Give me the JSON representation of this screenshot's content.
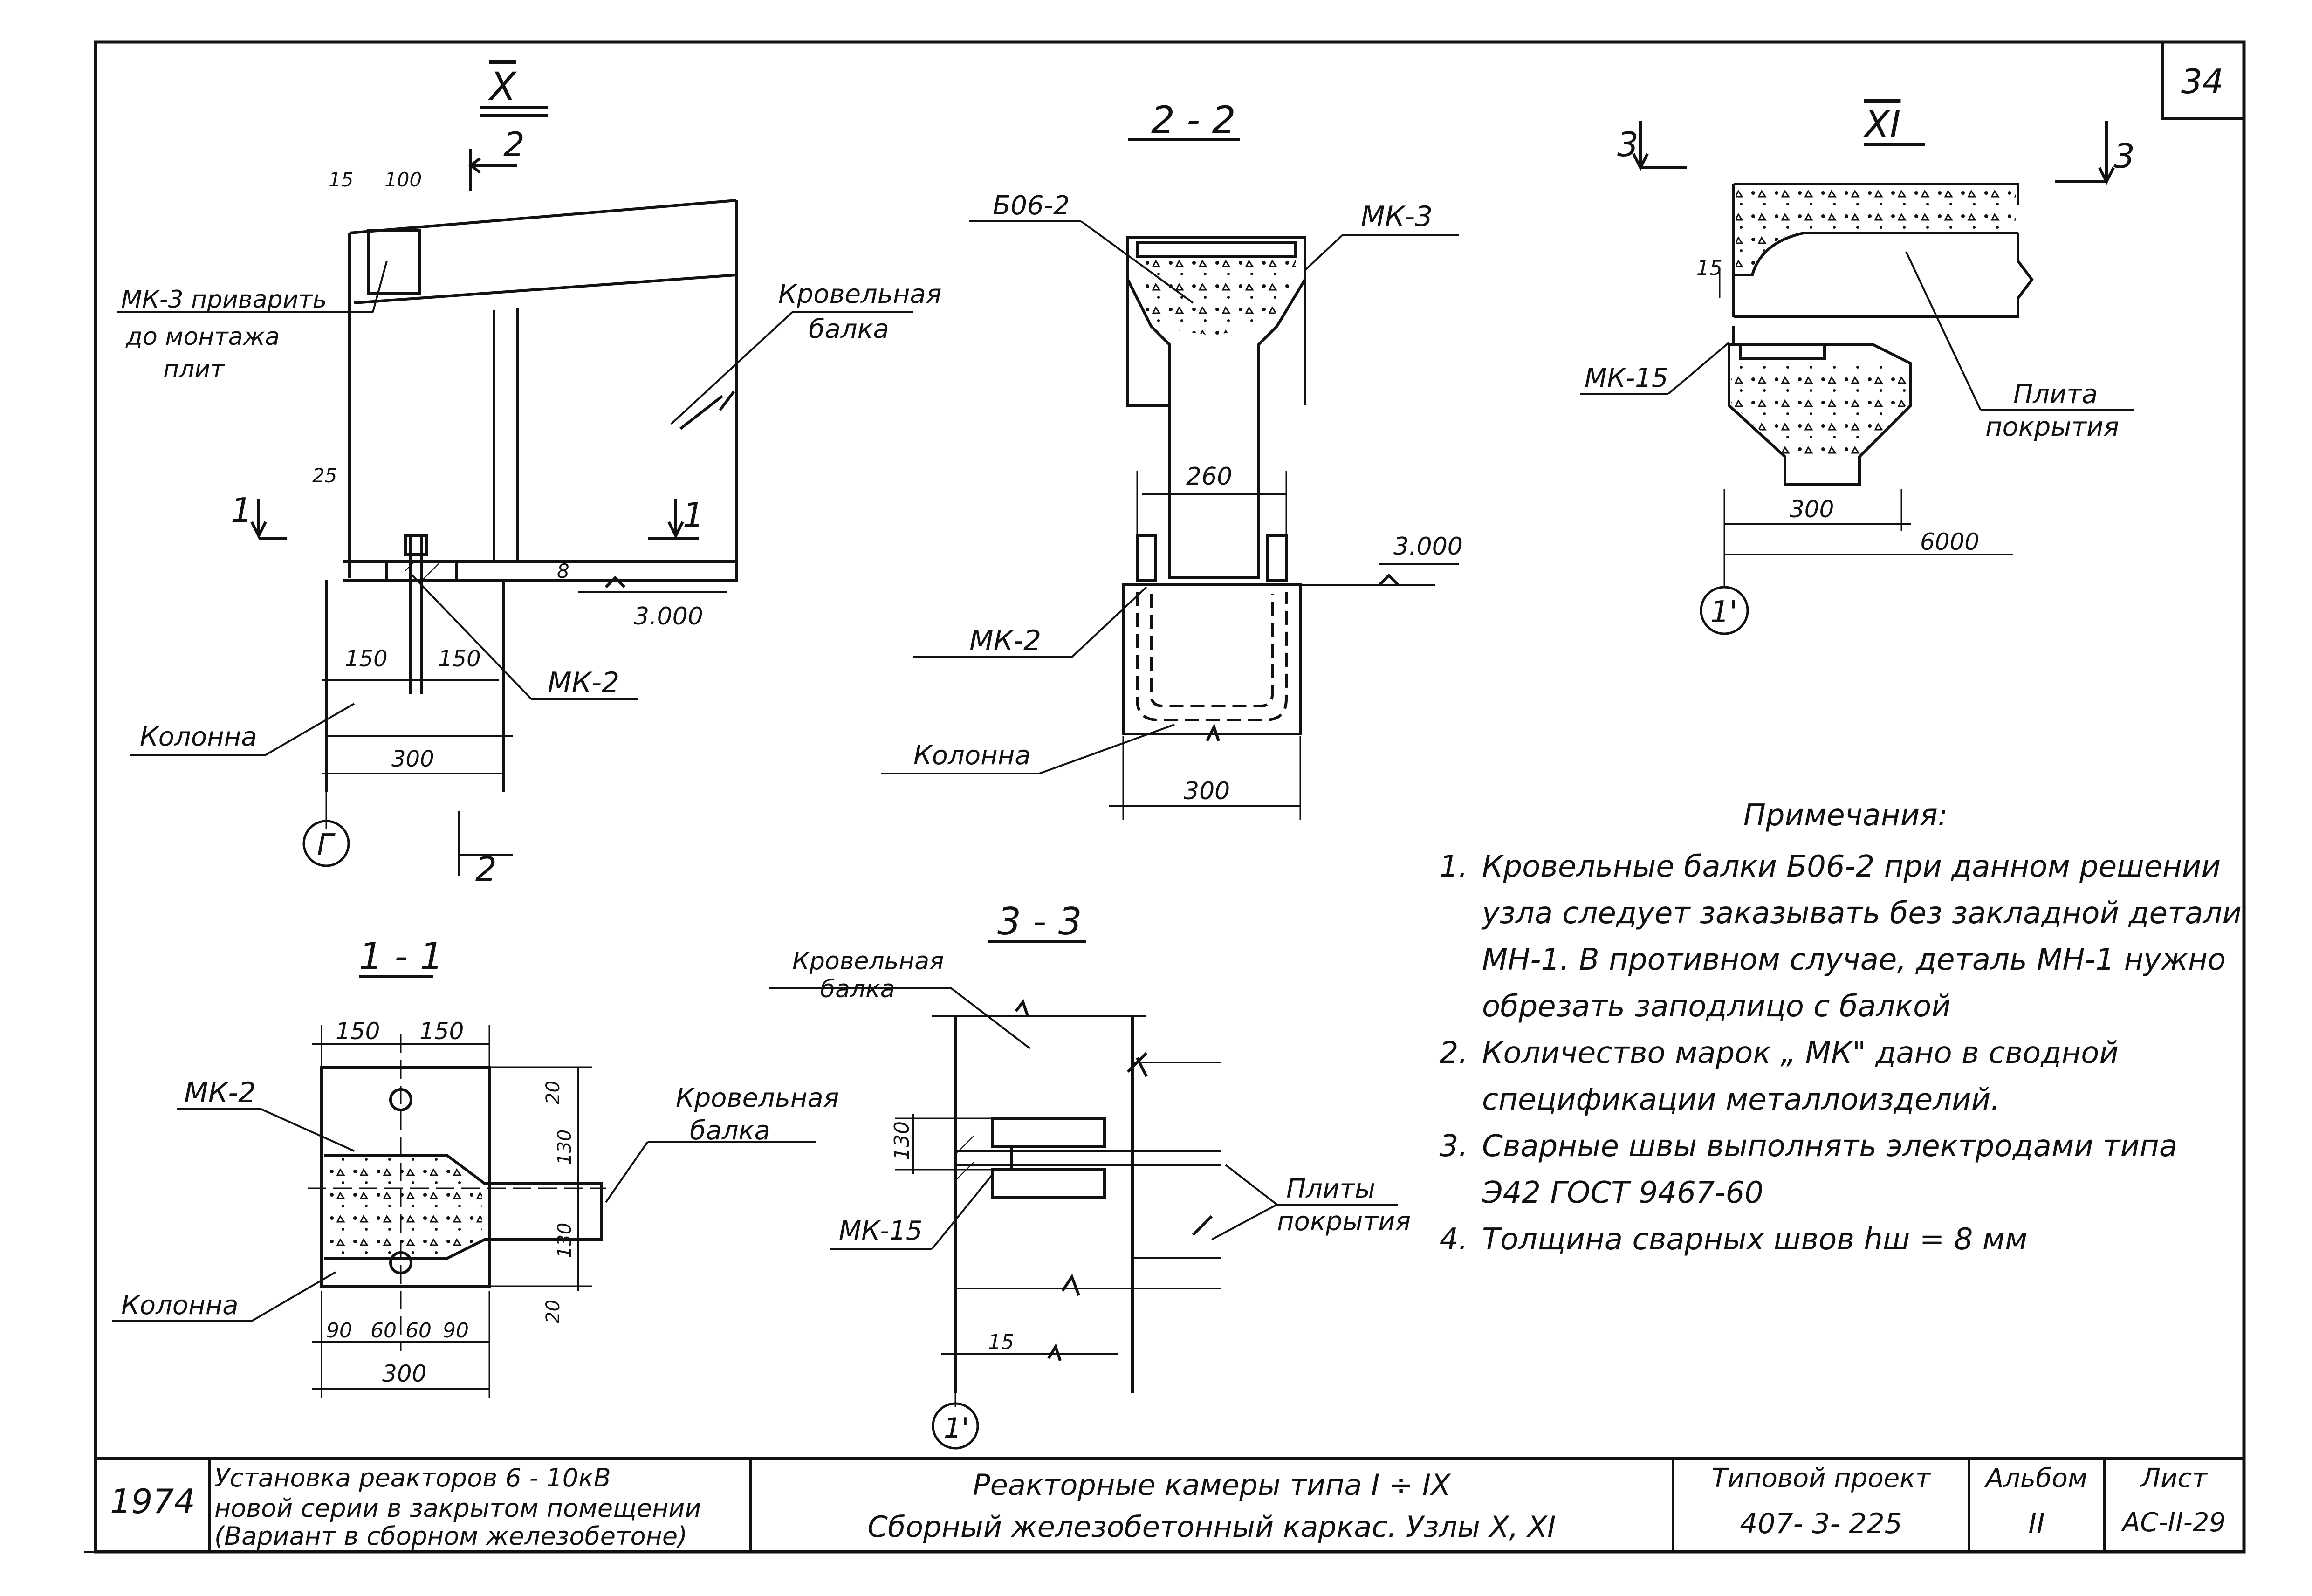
{
  "sheet_number": "34",
  "nodes": {
    "x": {
      "title": "X",
      "cut_2": "2",
      "cut_1": "1",
      "dims": {
        "d15": "15",
        "d100": "100",
        "d25": "25",
        "d8": "8",
        "d150a": "150",
        "d150b": "150",
        "d300": "300"
      },
      "level": "3.000",
      "label_mk3": "МК-3 приварить",
      "label_mk3_2": "до монтажа",
      "label_mk3_3": "плит",
      "label_beam": "Кровельная",
      "label_beam_2": "балка",
      "label_mk2": "МК-2",
      "label_column": "Колонна",
      "axis": "Г"
    },
    "sec22": {
      "title": "2 - 2",
      "label_b": "Б06-2",
      "label_mk3": "МК-3",
      "dim260": "260",
      "level": "3.000",
      "label_mk2": "МК-2",
      "label_column": "Колонна",
      "dim300": "300"
    },
    "xi": {
      "title": "XI",
      "cut_3": "3",
      "dim15": "15",
      "label_mk15": "МК-15",
      "label_slab": "Плита",
      "label_slab_2": "покрытия",
      "dim300": "300",
      "dim6000": "6000",
      "axis": "1'"
    },
    "sec11": {
      "title": "1 - 1",
      "dims_top": [
        "150",
        "150"
      ],
      "label_mk2": "МК-2",
      "label_beam": "Кровельная",
      "label_beam_2": "балка",
      "label_column": "Колонна",
      "dims_right": [
        "20",
        "130",
        "130",
        "20"
      ],
      "dims_bottom": [
        "90",
        "60",
        "60",
        "90"
      ],
      "dim300": "300"
    },
    "sec33": {
      "title": "3 - 3",
      "label_beam": "Кровельная",
      "label_beam_2": "балка",
      "dim130": "130",
      "label_mk15": "МК-15",
      "label_slabs": "Плиты",
      "label_slabs_2": "покрытия",
      "dim15": "15",
      "axis": "1'"
    }
  },
  "notes": {
    "title": "Примечания:",
    "items": [
      "Кровельные балки Б06-2 при данном решении узла следует заказывать без закладной детали МН-1. В противном случае, деталь МН-1 нужно обрезать заподлицо с балкой",
      "Количество марок „ МК\" дано в сводной спецификации металлоизделий.",
      "Сварные швы выполнять электродами типа Э42 ГОСТ 9467-60",
      "Толщина сварных швов hш = 8 мм"
    ]
  },
  "title_block": {
    "year": "1974",
    "project_line1": "Установка реакторов 6 - 10кВ",
    "project_line2": "новой серии в закрытом помещении",
    "project_line3": "(Вариант в сборном железобетоне)",
    "sheet_title1": "Реакторные камеры типа I ÷ IX",
    "sheet_title2": "Сборный железобетонный каркас. Узлы X, XI",
    "tp_label": "Типовой проект",
    "tp_value": "407- 3- 225",
    "album_label": "Альбом",
    "album_value": "II",
    "list_label": "Лист",
    "list_value": "АС-II-29"
  }
}
